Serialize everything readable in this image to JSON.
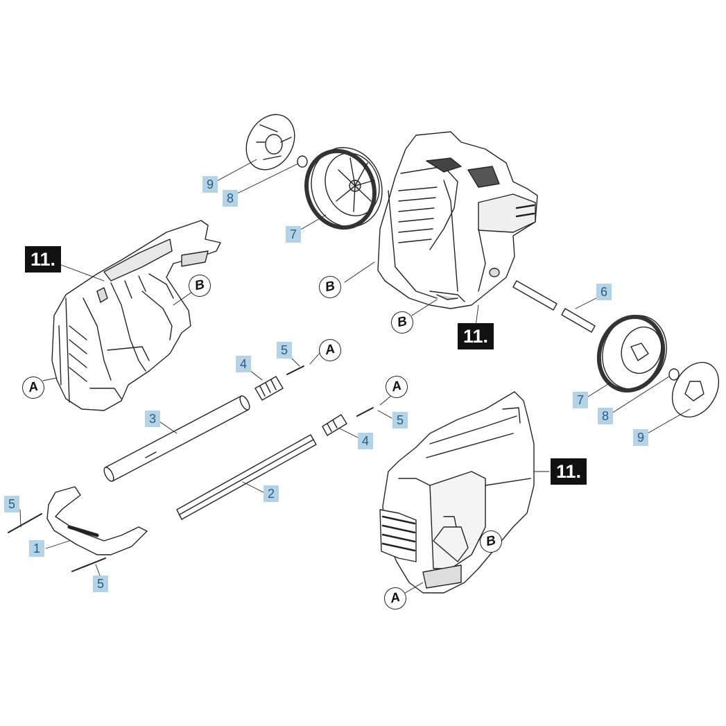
{
  "assembly_label": "11.",
  "connectors": {
    "a": "A",
    "b": "B"
  },
  "parts": {
    "p1": "1",
    "p2": "2",
    "p3": "3",
    "p4": "4",
    "p5": "5",
    "p6": "6",
    "p7": "7",
    "p8": "8",
    "p9": "9"
  },
  "colors": {
    "callout_fill": "#b4d3e6",
    "callout_text": "#2a5d82",
    "assembly_fill": "#111111",
    "line": "#222222"
  }
}
